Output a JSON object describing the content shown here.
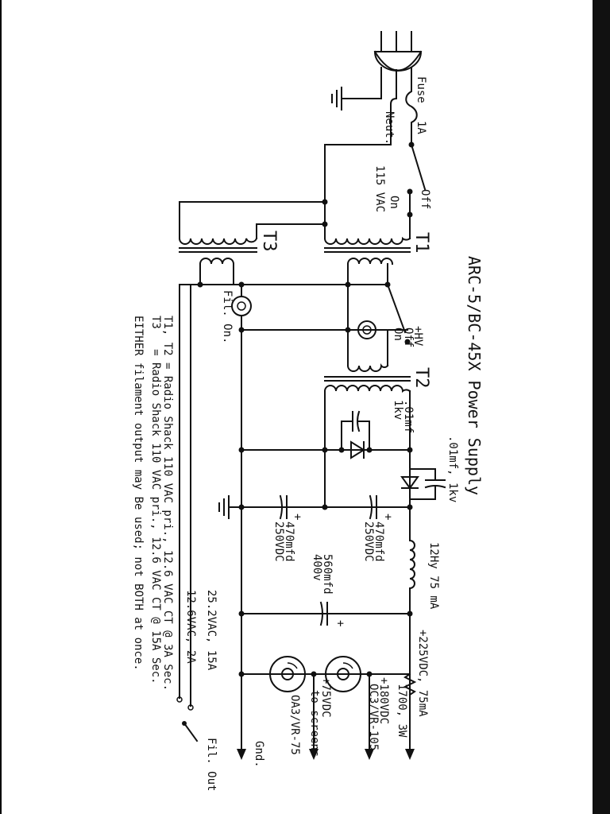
{
  "title": "ARC-5/BC-45X Power Supply",
  "labels": {
    "fuse": "Fuse",
    "fuse_rating": "1A",
    "neut": "Neut.",
    "mains": "115 VAC",
    "sw_on": "On",
    "sw_off": "Off",
    "t1": "T1",
    "t2": "T2",
    "t3": "T3",
    "fil_on": "Fil. On.",
    "hv": "+HV",
    "hv_off": "Off",
    "hv_on": "On",
    "cap_small_1": ".01mf",
    "cap_small_1_v": "1kv",
    "cap_small_2": ".01mf, 1kv",
    "cap_470_1": "470mfd",
    "cap_470_1_v": "250VDC",
    "cap_470_2": "470mfd",
    "cap_470_2_v": "250VDC",
    "choke": "12Hy 75 mA",
    "cap_560": "560mfd",
    "cap_560_v": "400v",
    "out_225": "+225VDC, 75mA",
    "resistor": "1700, 3W",
    "out_180": "+180VDC",
    "tube_1": "OC3/VR-105",
    "out_75": "+75VDC",
    "to_screens": "to screens",
    "tube_2": "OA3/VR-75",
    "gnd": "Gnd.",
    "fil_25": "25.2VAC, 15A",
    "fil_12": "12.6VAC, 2A",
    "fil_out": "Fil. Out",
    "plus": "+"
  },
  "notes": [
    "T1, T2 = Radio Shack 110 VAC pri., 12.6 VAC CT @ 3A Sec.",
    "T3   = Radio Shack 110 VAC pri., 12.6 VAC CT @ 15A Sec.",
    "EITHER filament output may Be used; not BOTH at once."
  ]
}
